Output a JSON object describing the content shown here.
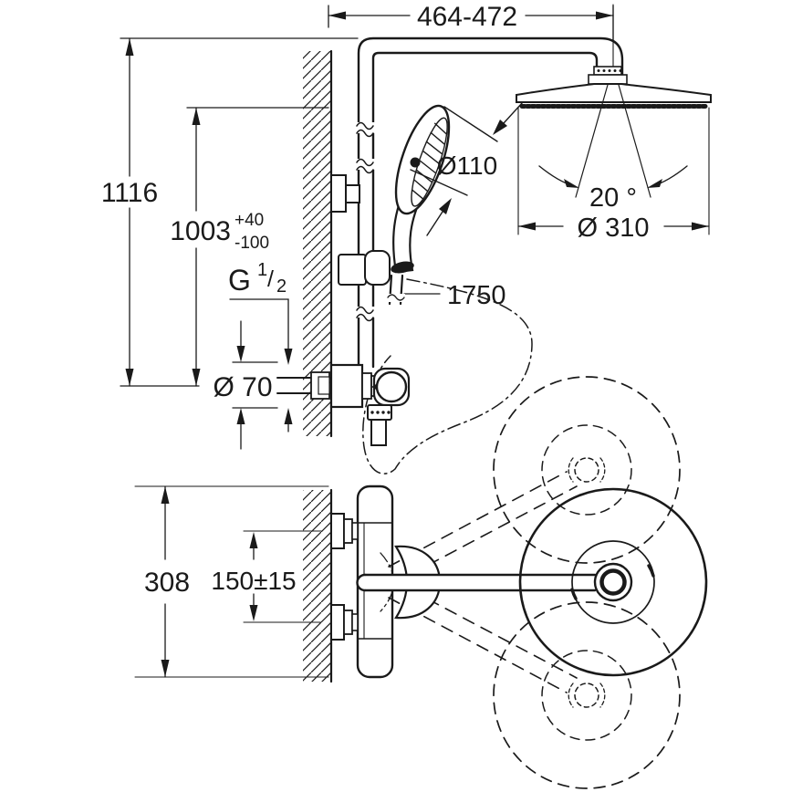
{
  "colors": {
    "line": "#1a1a1a",
    "background": "#ffffff"
  },
  "labels": {
    "arm_reach": "464-472",
    "height_total": "1116",
    "height_rail": "1003",
    "tol_plus": "+40",
    "tol_minus": "-100",
    "thread_g": "G",
    "thread_num": "1",
    "thread_slash": "/",
    "thread_den": "2",
    "escutcheon_dia": "Ø 70",
    "hand_shower_dia": "Ø110",
    "hose_length": "1750",
    "spray_angle": "20 °",
    "head_shower_dia": "Ø 310",
    "plan_height": "308",
    "inlet_spacing": "150±15"
  }
}
